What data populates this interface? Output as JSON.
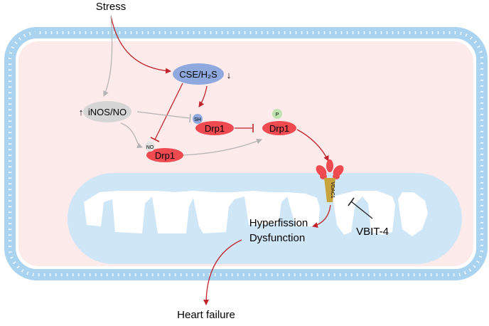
{
  "labels": {
    "stress": "Stress",
    "cse_h2s": "CSE/H₂S",
    "cse_trend": "↓",
    "inos_no": "iNOS/NO",
    "inos_trend": "↑",
    "sh": "SH",
    "no": "NO",
    "p": "P",
    "drp1_sh": "Drp1",
    "drp1_no": "Drp1",
    "drp1_p": "Drp1",
    "vdac1": "VDAC1",
    "vbit4": "VBIT-4",
    "hyperfission": "Hyperfission",
    "dysfunction": "Dysfunction",
    "heart_failure": "Heart failure"
  },
  "colors": {
    "activation_arrow": "#c0232b",
    "gray_arrow": "#b5b5b5",
    "inhibit_black": "#222222",
    "cytoplasm": "#fdeaea",
    "membrane": "#a9d3ee",
    "mitochondrion": "#cfe6f7",
    "drp1": "#ee4a50",
    "cse": "#8fa9de",
    "inos": "#d6d6d6",
    "vdac1": "#c8a23a"
  }
}
